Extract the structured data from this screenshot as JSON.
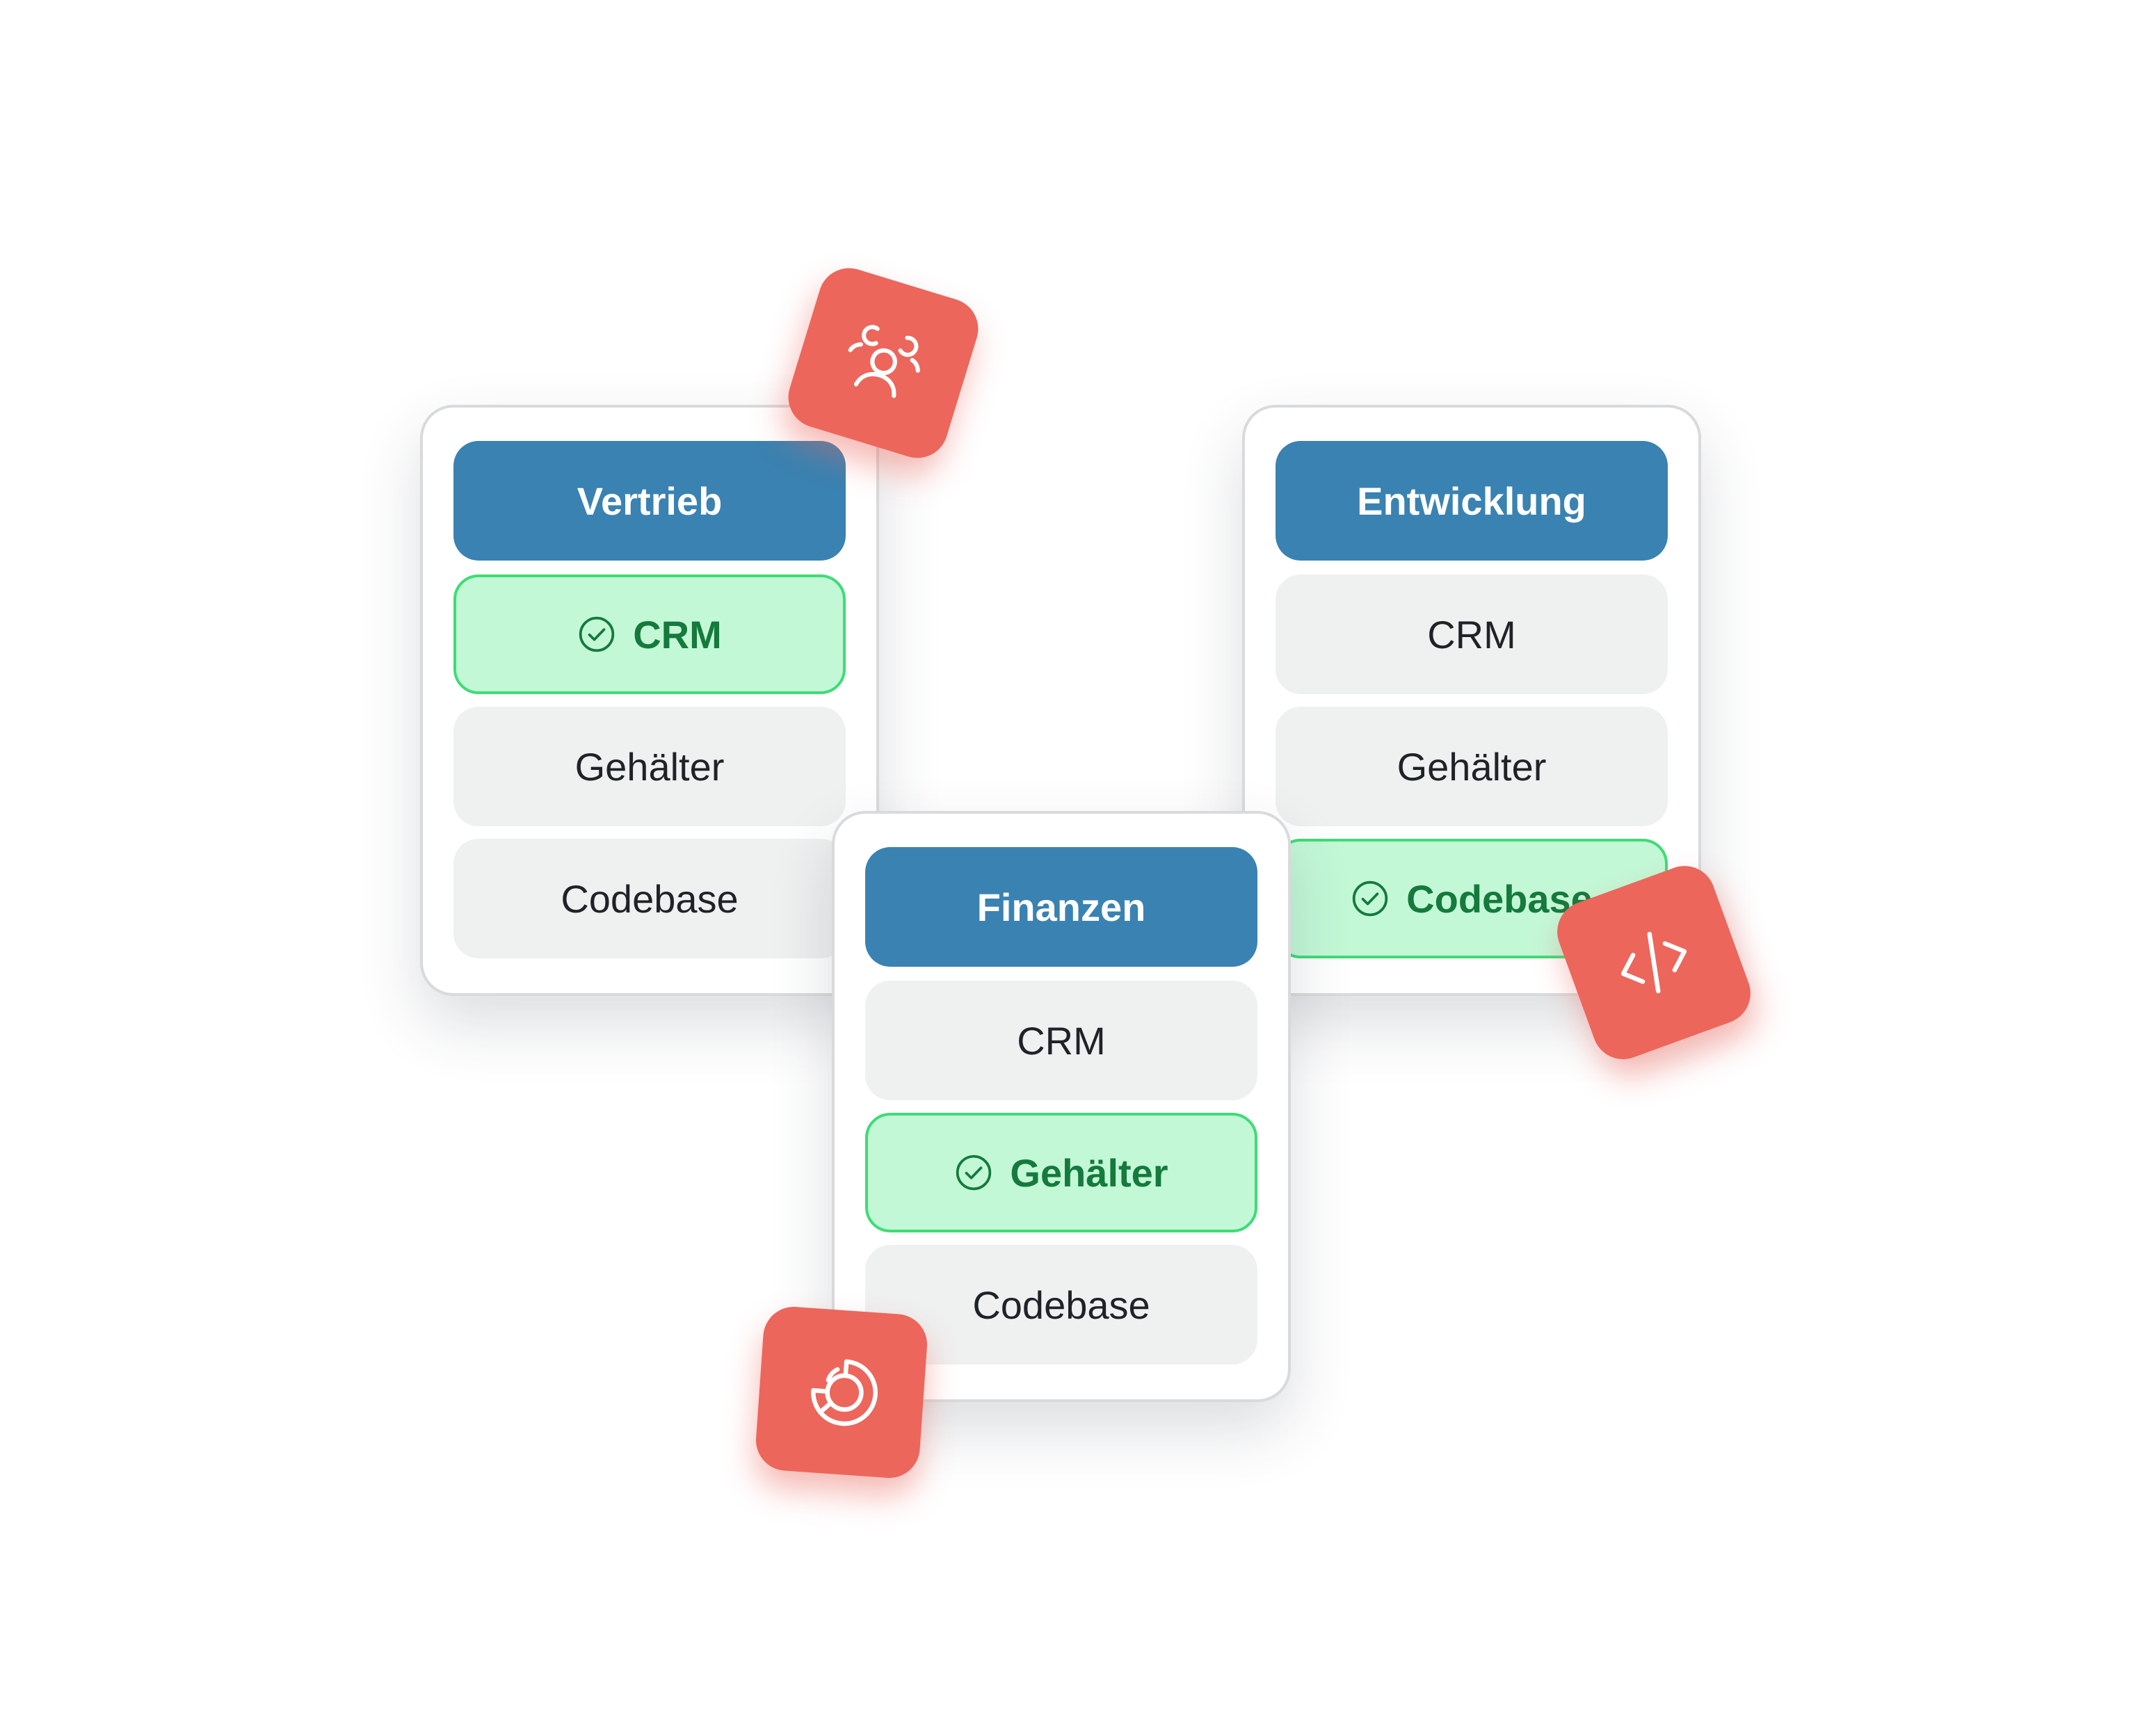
{
  "cards": {
    "vertrieb": {
      "title": "Vertrieb",
      "items": [
        {
          "label": "CRM",
          "granted": true
        },
        {
          "label": "Gehälter",
          "granted": false
        },
        {
          "label": "Codebase",
          "granted": false
        }
      ]
    },
    "finanzen": {
      "title": "Finanzen",
      "items": [
        {
          "label": "CRM",
          "granted": false
        },
        {
          "label": "Gehälter",
          "granted": true
        },
        {
          "label": "Codebase",
          "granted": false
        }
      ]
    },
    "entwicklung": {
      "title": "Entwicklung",
      "items": [
        {
          "label": "CRM",
          "granted": false
        },
        {
          "label": "Gehälter",
          "granted": false
        },
        {
          "label": "Codebase",
          "granted": true
        }
      ]
    }
  },
  "badges": [
    {
      "icon": "users-icon"
    },
    {
      "icon": "pie-chart-icon"
    },
    {
      "icon": "code-icon"
    }
  ],
  "colors": {
    "header": "#3a82b1",
    "item_bg": "#eff0f0",
    "granted_bg": "#c3f8d7",
    "granted_border": "#3fdc76",
    "granted_text": "#157a3c",
    "badge": "#ec665c"
  }
}
